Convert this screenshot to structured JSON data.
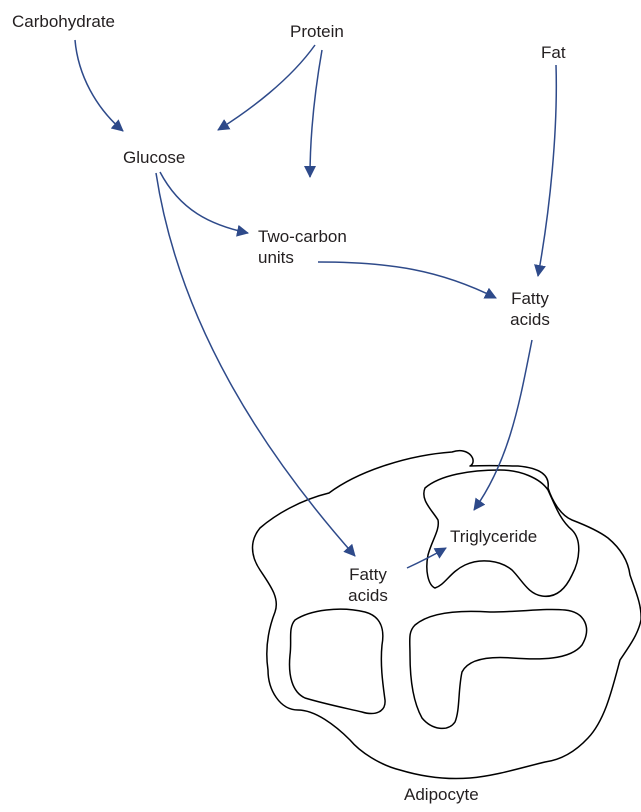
{
  "labels": {
    "carbohydrate": "Carbohydrate",
    "protein": "Protein",
    "fat": "Fat",
    "glucose": "Glucose",
    "two_carbon_line1": "Two-carbon",
    "two_carbon_line2": "units",
    "fatty_acids_outer_line1": "Fatty",
    "fatty_acids_outer_line2": "acids",
    "fatty_acids_inner_line1": "Fatty",
    "fatty_acids_inner_line2": "acids",
    "triglyceride": "Triglyceride",
    "adipocyte": "Adipocyte"
  },
  "colors": {
    "arrow": "#2e4a8a",
    "outline": "#000000",
    "text": "#231f20"
  }
}
